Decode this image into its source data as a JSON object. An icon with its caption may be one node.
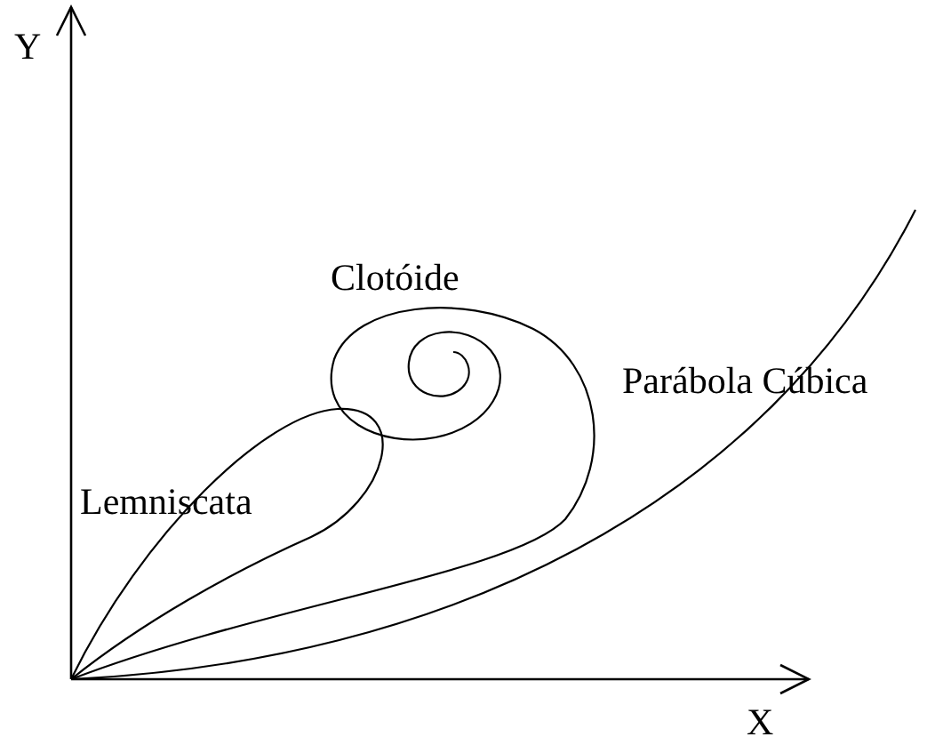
{
  "diagram": {
    "labels": [
      "Y",
      "Clotóide",
      "Parábola Cúbica",
      "Lemniscata",
      "X"
    ]
  }
}
